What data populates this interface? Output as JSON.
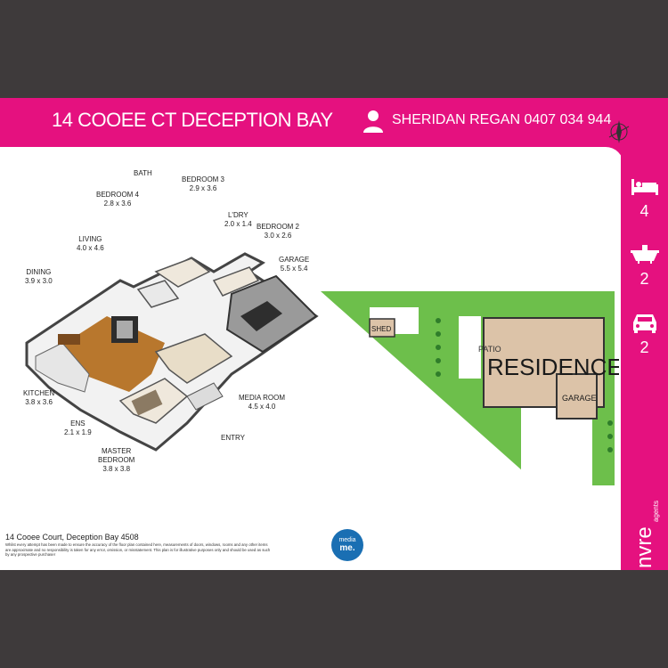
{
  "header": {
    "address_title": "14 COOEE CT DECEPTION BAY",
    "agent": "SHERIDAN REGAN 0407 034 944"
  },
  "stats": {
    "bedrooms": "4",
    "bathrooms": "2",
    "car_spaces": "2"
  },
  "rooms": {
    "bath": {
      "name": "BATH",
      "size": ""
    },
    "bedroom3": {
      "name": "BEDROOM 3",
      "size": "2.9 x 3.6"
    },
    "bedroom4": {
      "name": "BEDROOM 4",
      "size": "2.8 x 3.6"
    },
    "laundry": {
      "name": "L'DRY",
      "size": "2.0 x 1.4"
    },
    "bedroom2": {
      "name": "BEDROOM 2",
      "size": "3.0 x 2.6"
    },
    "living": {
      "name": "LIVING",
      "size": "4.0 x 4.6"
    },
    "garage": {
      "name": "GARAGE",
      "size": "5.5 x 5.4"
    },
    "dining": {
      "name": "DINING",
      "size": "3.9 x 3.0"
    },
    "kitchen": {
      "name": "KITCHEN",
      "size": "3.8 x 3.6"
    },
    "media": {
      "name": "MEDIA ROOM",
      "size": "4.5 x 4.0"
    },
    "ens": {
      "name": "ENS",
      "size": "2.1 x 1.9"
    },
    "entry": {
      "name": "ENTRY",
      "size": ""
    },
    "master": {
      "name": "MASTER",
      "name2": "BEDROOM",
      "size": "3.8 x 3.8"
    }
  },
  "site_plan": {
    "residence": "RESIDENCE",
    "garage": "GARAGE",
    "shed": "SHED",
    "patio": "PATIO"
  },
  "footer": {
    "address": "14 Cooee Court, Deception Bay 4508",
    "disclaimer": "Whilst every attempt has been made to ensure the accuracy of the floor plan contained here, measurements of doors, windows, rooms and any other items are approximate and no responsibility is taken for any error, omission, or misstatement. This plan is for illustrative purposes only and should be used as such by any prospective purchaser",
    "media_logo_top": "media",
    "media_logo_bottom": "me."
  },
  "brand": {
    "name": "nvre",
    "sub": "agents"
  },
  "colors": {
    "accent": "#e5117f",
    "background": "#3e3a3b",
    "lawn": "#6dbf4b",
    "residence": "#dcc3a8"
  },
  "icons": [
    "person-icon",
    "compass-icon",
    "bed-icon",
    "bath-icon",
    "car-icon"
  ]
}
